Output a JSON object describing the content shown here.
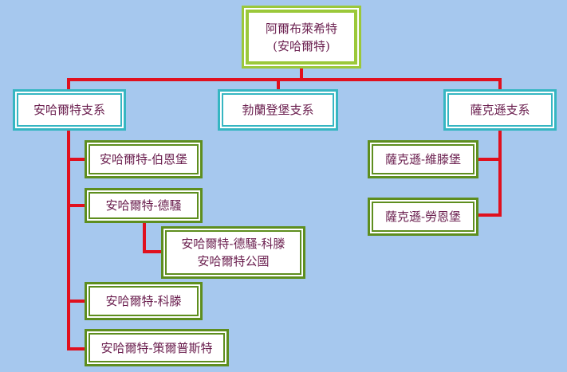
{
  "root": {
    "line1": "阿爾布萊希特",
    "line2": "(安哈爾特)"
  },
  "branches": {
    "anhalt": "安哈爾特支系",
    "bernburg": "勃蘭登堡支系",
    "saxony": "薩克遜支系"
  },
  "nodes": {
    "anhalt_bernburg": "安哈爾特-伯恩堡",
    "anhalt_dessau": "安哈爾特-德騷",
    "anhalt_dessau_kothen_line1": "安哈爾特-德騷-科滕",
    "anhalt_dessau_kothen_line2": "安哈爾特公國",
    "anhalt_kothen": "安哈爾特-科滕",
    "anhalt_zerbst": "安哈爾特-策爾普斯特",
    "saxe_wittenberg": "薩克遜-維滕堡",
    "saxe_lauenburg": "薩克遜-勞恩堡"
  },
  "colors": {
    "background": "#a6c8ee",
    "connector": "#e0101e",
    "text": "#6a1e4e",
    "root_border": "#9bc83a",
    "branch_border": "#36b6c2",
    "leaf_border": "#5e8e1e"
  }
}
